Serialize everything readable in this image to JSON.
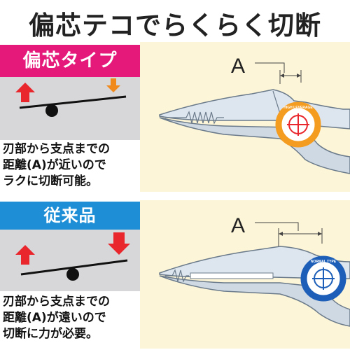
{
  "headline": "偏芯テコでらくらく切断",
  "offset": {
    "title": "偏芯タイプ",
    "description_lines": [
      "刃部から支点までの",
      "距離(A)が近いので",
      "ラクに切断可能。"
    ],
    "dimension_label": "A",
    "badge_text": "HIGH LEVERAGE",
    "colors": {
      "banner": "#e4197a",
      "badge": "#f39c1f"
    }
  },
  "conventional": {
    "title": "従来品",
    "description_lines": [
      "刃部から支点までの",
      "距離(A)が遠いので",
      "切断に力が必要。"
    ],
    "dimension_label": "A",
    "badge_text": "NORMAL TYPE",
    "colors": {
      "banner": "#1e8fd6",
      "badge": "#1d5fb8"
    }
  },
  "colors": {
    "arrow_up": "#e8262b",
    "arrow_orange": "#f08a1c",
    "panel_gray": "#d7d7d9",
    "diagram_bg": "#fdf5d7"
  }
}
